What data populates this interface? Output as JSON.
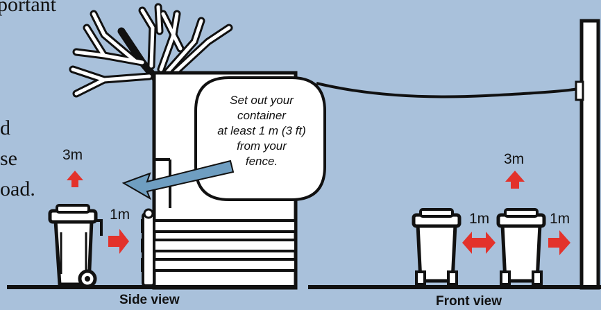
{
  "intro_fragments": [
    "portant",
    "d",
    "se",
    "oad."
  ],
  "callout": {
    "lines": [
      "Set out your",
      "container",
      "at least 1 m (3 ft)",
      "from your",
      "fence."
    ]
  },
  "side_view": {
    "caption": "Side view",
    "overhead_clearance": "3m",
    "fence_clearance": "1m"
  },
  "front_view": {
    "caption": "Front view",
    "overhead_clearance": "3m",
    "between_bins": "1m",
    "side_clearance": "1m"
  },
  "colors": {
    "background": "#a9c1db",
    "arrow_red": "#e3322b",
    "callout_arrow": "#6f9ec1",
    "outline": "#111111"
  }
}
